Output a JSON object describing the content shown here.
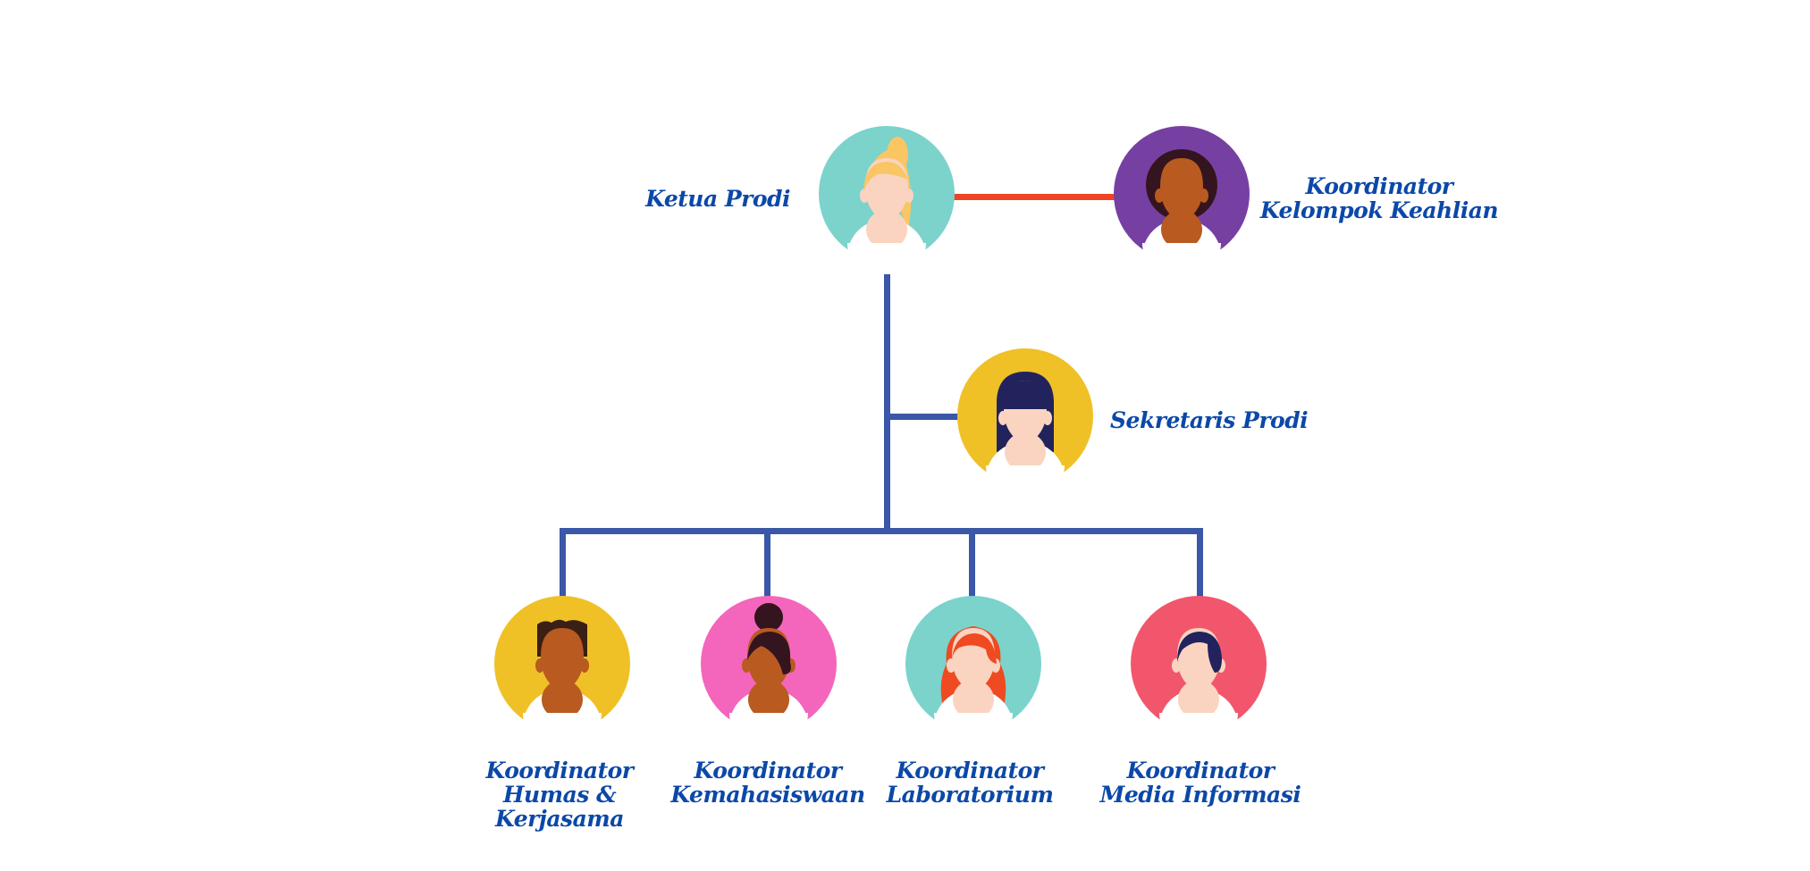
{
  "colors": {
    "line_blue": "#3a57a8",
    "line_red": "#ee4423",
    "label": "#0b48a8"
  },
  "nodes": {
    "ketua": {
      "lines": [
        "Ketua Prodi"
      ],
      "bg": "#7bd3cc",
      "skin": "#fad4c0",
      "hair": "#fac563",
      "style": "ponytail"
    },
    "kkk": {
      "lines": [
        "Koordinator",
        "Kelompok Keahlian"
      ],
      "bg": "#7640a3",
      "skin": "#b95a20",
      "hair": "#34141f",
      "style": "afro"
    },
    "sekretaris": {
      "lines": [
        "Sekretaris Prodi"
      ],
      "bg": "#efc126",
      "skin": "#fad4c0",
      "hair": "#22235c",
      "style": "long"
    },
    "humas": {
      "lines": [
        "Koordinator",
        "Humas &",
        "Kerjasama"
      ],
      "bg": "#efc126",
      "skin": "#b95a20",
      "hair": "#3a1f14",
      "style": "short"
    },
    "kemahasiswaan": {
      "lines": [
        "Koordinator",
        "Kemahasiswaan"
      ],
      "bg": "#f466bb",
      "skin": "#b95a20",
      "hair": "#34141f",
      "style": "bun"
    },
    "laboratorium": {
      "lines": [
        "Koordinator",
        "Laboratorium"
      ],
      "bg": "#7bd3cc",
      "skin": "#fad4c0",
      "hair": "#ef4a21",
      "style": "curly"
    },
    "media": {
      "lines": [
        "Koordinator",
        "Media Informasi"
      ],
      "bg": "#f2566d",
      "skin": "#fad4c0",
      "hair": "#22235c",
      "style": "side"
    }
  }
}
